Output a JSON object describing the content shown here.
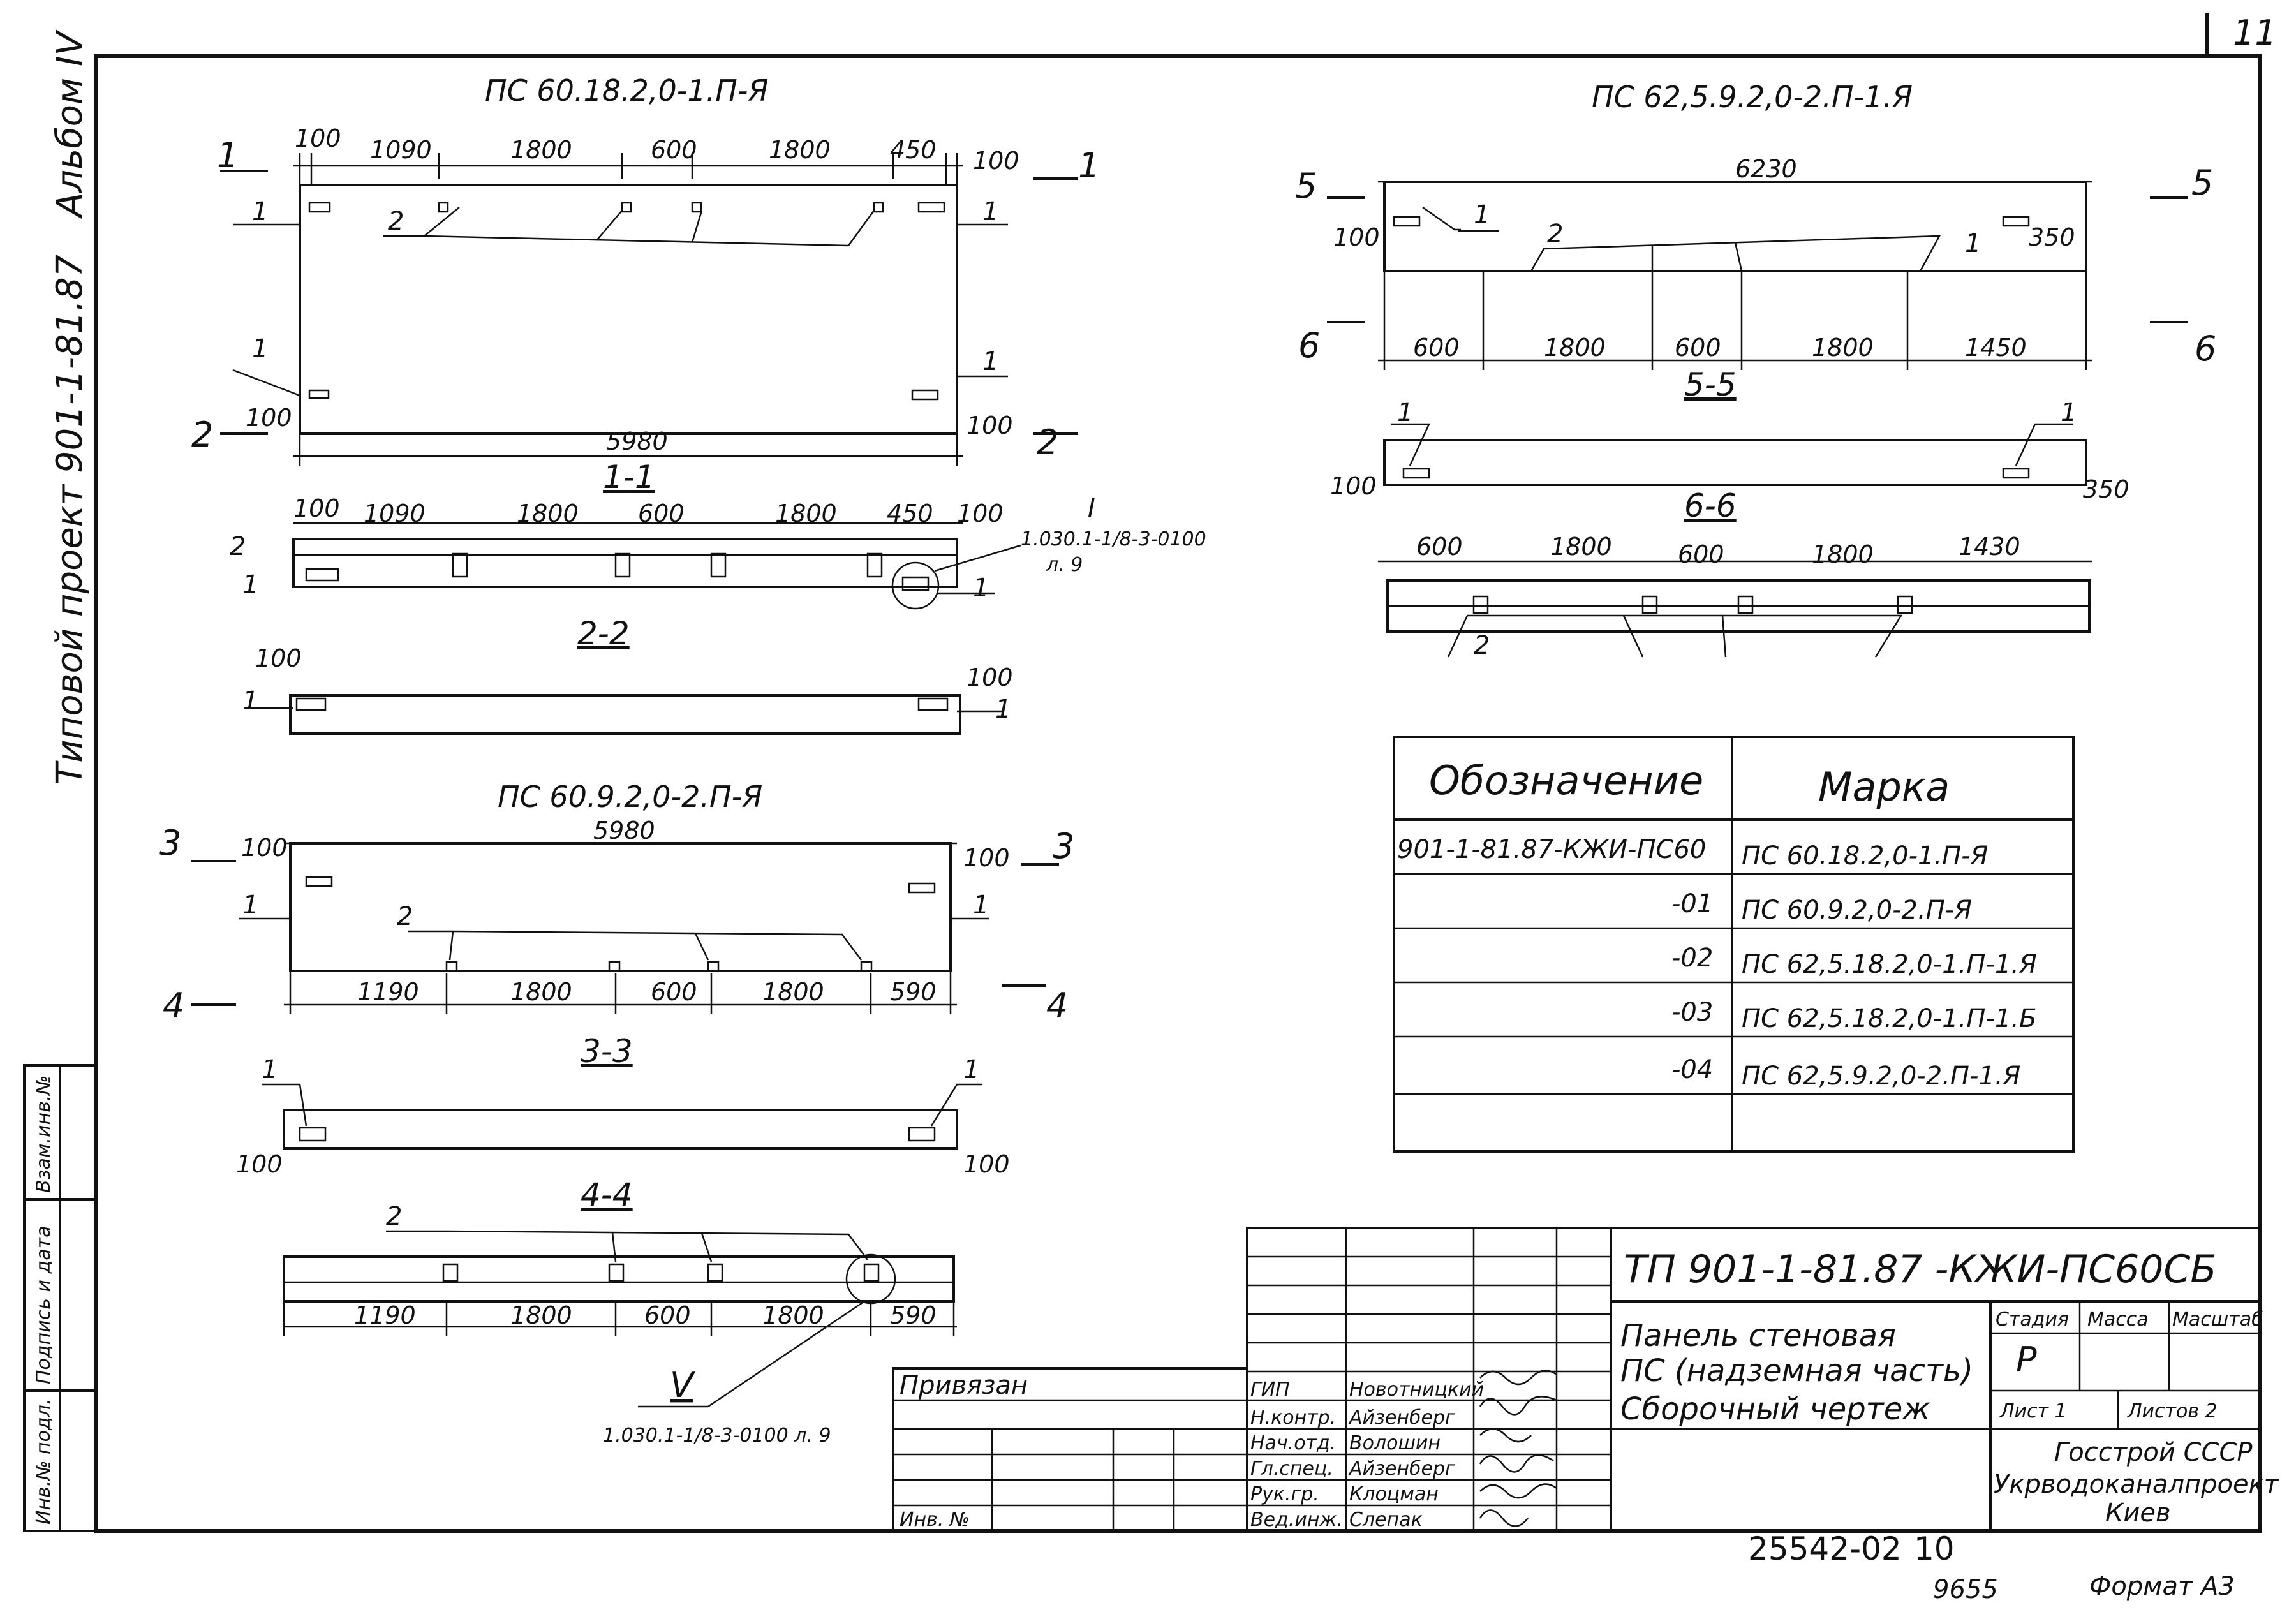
{
  "sheet": {
    "corner_number": "11",
    "doc_number": "25542-02",
    "copy_number": "10",
    "format_note": "Формат А3",
    "stamp_note": "9655"
  },
  "left_margin": {
    "project_text": "Типовой проект 901-1-81.87",
    "album_text": "Альбом IV",
    "stamp_cells": [
      "Инв.№ подл.",
      "Подпись и дата",
      "Взам.инв.№"
    ]
  },
  "panel1": {
    "title": "ПС 60.18.2,0-1.П-Я",
    "dims_top": [
      "100",
      "1090",
      "1800",
      "600",
      "1800",
      "450",
      "100"
    ],
    "overall": "5980",
    "side_left": [
      "100",
      "100"
    ],
    "side_right": [
      "100",
      "100"
    ],
    "callouts": [
      "1",
      "1",
      "1",
      "1",
      "2"
    ],
    "section_marks": [
      "1",
      "2",
      "1",
      "2"
    ]
  },
  "section_1_1": {
    "title": "1-1",
    "dims": [
      "100",
      "1090",
      "1800",
      "600",
      "1800",
      "450",
      "100"
    ],
    "labels": [
      "2",
      "1",
      "1"
    ],
    "node_ref": "I",
    "node_note_line1": "1.030.1-1/8-3-0100",
    "node_note_line2": "л. 9"
  },
  "section_2_2": {
    "title": "2-2",
    "dims": [
      "100",
      "100"
    ],
    "labels": [
      "1",
      "1"
    ]
  },
  "panel2": {
    "title": "ПС 60.9.2,0-2.П-Я",
    "overall": "5980",
    "dims_bottom": [
      "1190",
      "1800",
      "600",
      "1800",
      "590"
    ],
    "side": [
      "100",
      "100"
    ],
    "callouts": [
      "1",
      "1",
      "2"
    ],
    "section_marks": [
      "3",
      "4",
      "3",
      "4"
    ]
  },
  "section_3_3": {
    "title": "3-3",
    "dims": [
      "100",
      "100"
    ],
    "labels": [
      "1",
      "1"
    ]
  },
  "section_4_4": {
    "title": "4-4",
    "dims": [
      "1190",
      "1800",
      "600",
      "1800",
      "590"
    ],
    "labels": [
      "2"
    ],
    "node_ref": "V",
    "node_note": "1.030.1-1/8-3-0100 л. 9"
  },
  "panel3": {
    "title": "ПС 62,5.9.2,0-2.П-1.Я",
    "overall": "6230",
    "dims_bottom": [
      "600",
      "1800",
      "600",
      "1800",
      "1450"
    ],
    "side": [
      "100",
      "350"
    ],
    "callouts": [
      "1",
      "2",
      "1"
    ],
    "section_marks": [
      "5",
      "6",
      "5",
      "6"
    ]
  },
  "section_5_5": {
    "title": "5-5",
    "dims": [
      "100",
      "350"
    ],
    "labels": [
      "1",
      "1"
    ]
  },
  "section_6_6": {
    "title": "6-6",
    "dims": [
      "600",
      "1800",
      "600",
      "1800",
      "1430"
    ],
    "labels": [
      "2"
    ]
  },
  "designation_table": {
    "headers": [
      "Обозначение",
      "Марка"
    ],
    "rows": [
      [
        "901-1-81.87-КЖИ-ПС60",
        "ПС 60.18.2,0-1.П-Я"
      ],
      [
        "-01",
        "ПС 60.9.2,0-2.П-Я"
      ],
      [
        "-02",
        "ПС 62,5.18.2,0-1.П-1.Я"
      ],
      [
        "-03",
        "ПС 62,5.18.2,0-1.П-1.Б"
      ],
      [
        "-04",
        "ПС 62,5.9.2,0-2.П-1.Я"
      ],
      [
        "",
        ""
      ]
    ]
  },
  "title_block": {
    "code": "ТП 901-1-81.87 -КЖИ-ПС60СБ",
    "name_line1": "Панель стеновая",
    "name_line2": "ПС (надземная часть)",
    "name_line3": "Сборочный чертеж",
    "header_stage": "Стадия",
    "header_mass": "Масса",
    "header_scale": "Масштаб",
    "stage_value": "Р",
    "sheet_label": "Лист 1",
    "sheets_label": "Листов 2",
    "org_line1": "Госстрой СССР",
    "org_line2": "Укрводоканалпроект",
    "org_line3": "Киев",
    "bound_label": "Привязан",
    "inv_label": "Инв. №",
    "roles": [
      "ГИП",
      "Н.контр.",
      "Нач.отд.",
      "Гл.спец.",
      "Рук.гр.",
      "Вед.инж."
    ],
    "names": [
      "Новотницкий",
      "Айзенберг",
      "Волошин",
      "Айзенберг",
      "Клоцман",
      "Слепак"
    ]
  }
}
